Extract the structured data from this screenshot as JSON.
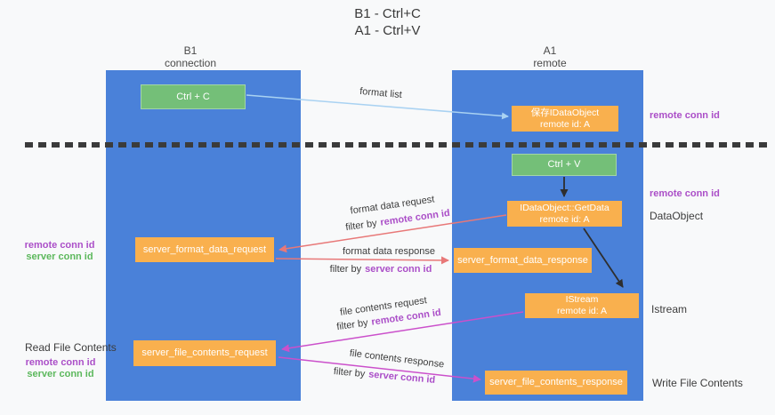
{
  "title": {
    "line1": "B1 - Ctrl+C",
    "line2": "A1 - Ctrl+V"
  },
  "lifelines": {
    "left": {
      "title": "B1",
      "subtitle": "connection"
    },
    "right": {
      "title": "A1",
      "subtitle": "remote"
    }
  },
  "boxes": {
    "ctrl_c": {
      "label": "Ctrl + C"
    },
    "save_dataobject": {
      "line1": "保存IDataObject",
      "line2": "remote id: A"
    },
    "ctrl_v": {
      "label": "Ctrl + V"
    },
    "getdata": {
      "line1": "IDataObject::GetData",
      "line2": "remote id: A"
    },
    "format_request": {
      "label": "server_format_data_request"
    },
    "format_response": {
      "label": "server_format_data_response"
    },
    "istream": {
      "line1": "IStream",
      "line2": "remote id: A"
    },
    "file_request": {
      "label": "server_file_contents_request"
    },
    "file_response": {
      "label": "server_file_contents_response"
    }
  },
  "annotations": {
    "remote_conn_id": "remote conn id",
    "server_conn_id": "server conn id",
    "dataobject": "DataObject",
    "istream": "Istream",
    "read_file": "Read File Contents",
    "write_file": "Write File Contents"
  },
  "arrows": {
    "filter_by": "filter by",
    "format_list": "format list",
    "format_data_request": "format data request",
    "format_data_response": "format data response",
    "file_contents_request": "file contents request",
    "file_contents_response": "file contents response"
  },
  "colors": {
    "lifeline_blue": "#4a81d9",
    "box_green": "#74bf78",
    "box_orange": "#f9b04e",
    "arrow_lightblue": "#a9d2f2",
    "arrow_red": "#e87878",
    "arrow_magenta": "#cb50cb",
    "arrow_black": "#2e2e2e",
    "text_purple": "#ab4fc8",
    "text_green": "#5cb85c"
  }
}
